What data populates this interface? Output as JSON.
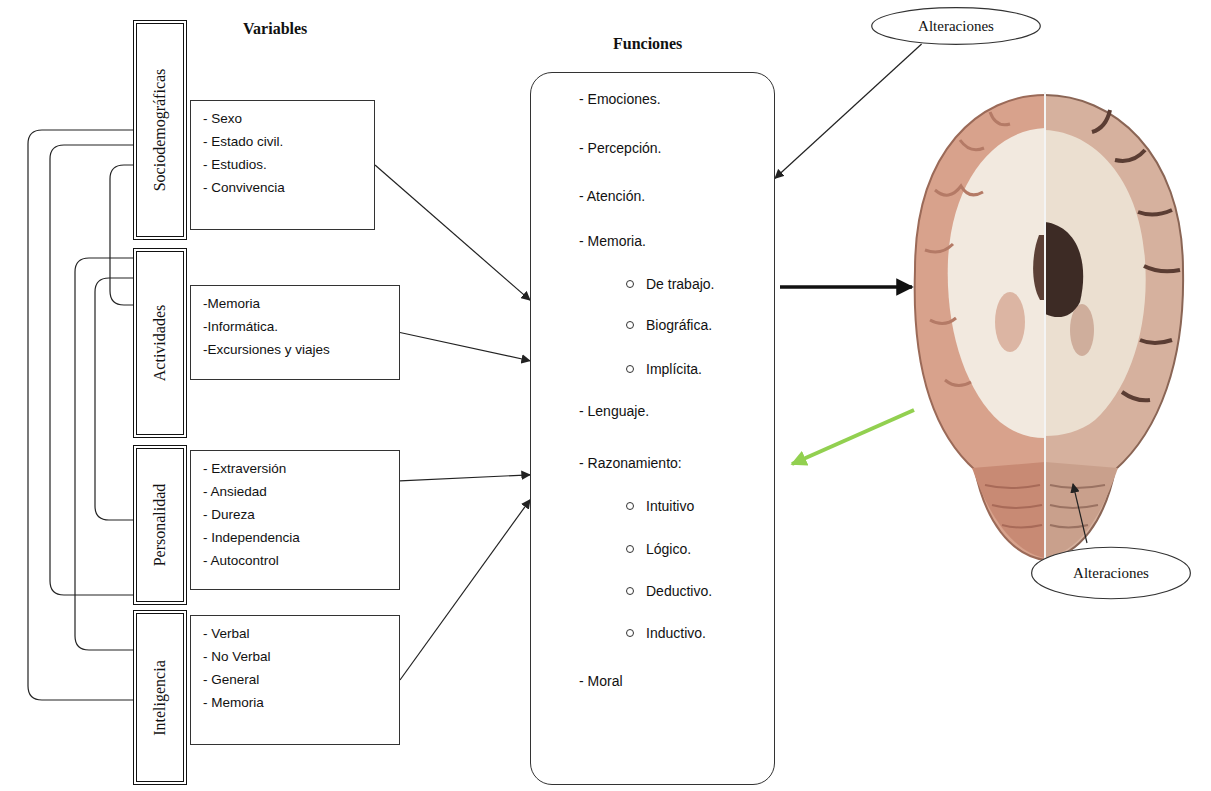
{
  "diagram": {
    "nodes": [
      {
        "text": [
          "Sociodemográficas"
        ]
      },
      {
        "text": [
          "- Sexo",
          "- Estado civil.",
          "- Estudios.",
          "- Convivencia"
        ]
      },
      {
        "text": [
          "Actividades"
        ]
      },
      {
        "text": [
          "-Memoria",
          "-Informática.",
          "-Excursiones y viajes"
        ]
      },
      {
        "text": [
          "Personalidad"
        ]
      },
      {
        "text": [
          "- Extraversión",
          "- Ansiedad",
          "- Dureza",
          "- Independencia",
          "- Autocontrol"
        ]
      },
      {
        "text": [
          "Inteligencia"
        ]
      },
      {
        "text": [
          "- Verbal",
          "- No Verbal",
          "- General",
          "- Memoria"
        ]
      },
      {
        "text": [
          "Funciones",
          "- Emociones.",
          "- Percepción.",
          "- Atención.",
          "- Memoria.",
          "De trabajo.",
          "Biográfica.",
          "Implícita.",
          "- Lenguaje.",
          "- Razonamiento:",
          "Intuitivo",
          "Lógico.",
          "Deductivo.",
          "Inductivo.",
          "- Moral"
        ]
      },
      {
        "text": [
          "Alteraciones"
        ]
      },
      {
        "text": [
          "Alteraciones"
        ]
      }
    ],
    "edges": [
      {
        "from": 1,
        "to": 8,
        "arrow": "to"
      },
      {
        "from": 3,
        "to": 8,
        "arrow": "to"
      },
      {
        "from": 5,
        "to": 8,
        "arrow": "to"
      },
      {
        "from": 7,
        "to": 8,
        "arrow": "to"
      },
      {
        "from": 9,
        "to": 8,
        "arrow": "to"
      },
      {
        "from": 0,
        "to": 6,
        "arrow": "none"
      },
      {
        "from": 0,
        "to": 4,
        "arrow": "none"
      },
      {
        "from": 0,
        "to": 2,
        "arrow": "none"
      },
      {
        "from": 2,
        "to": 6,
        "arrow": "none"
      },
      {
        "from": 2,
        "to": 4,
        "arrow": "none"
      }
    ],
    "labels": [
      "Variables"
    ]
  }
}
